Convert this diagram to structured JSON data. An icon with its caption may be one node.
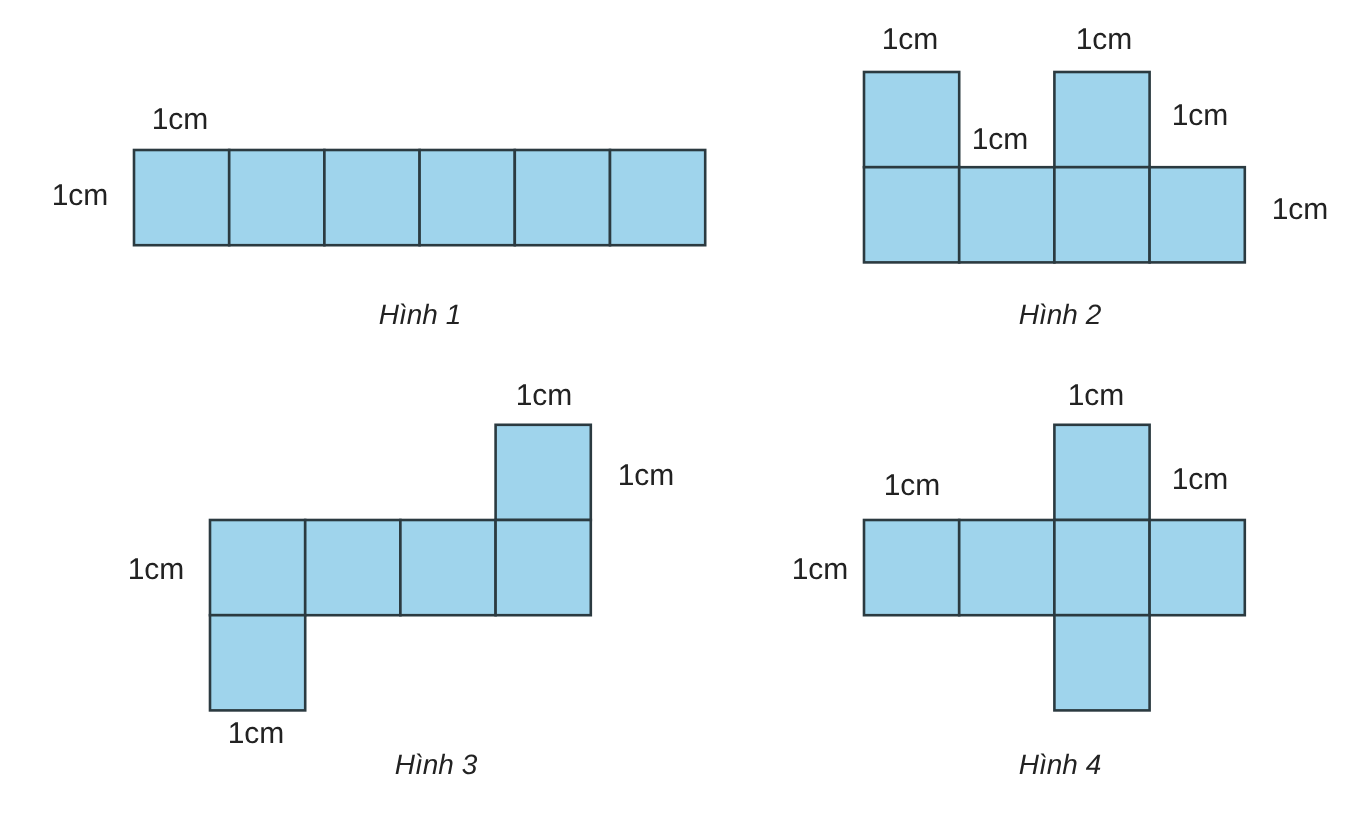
{
  "diagram": {
    "labels": [
      "1cm",
      "1cm",
      "Hình 1",
      "1cm",
      "1cm",
      "1cm",
      "1cm",
      "1cm",
      "Hình 2",
      "1cm",
      "1cm",
      "1cm",
      "1cm",
      "Hình 3",
      "1cm",
      "1cm",
      "1cm",
      "1cm",
      "Hình 4"
    ]
  }
}
